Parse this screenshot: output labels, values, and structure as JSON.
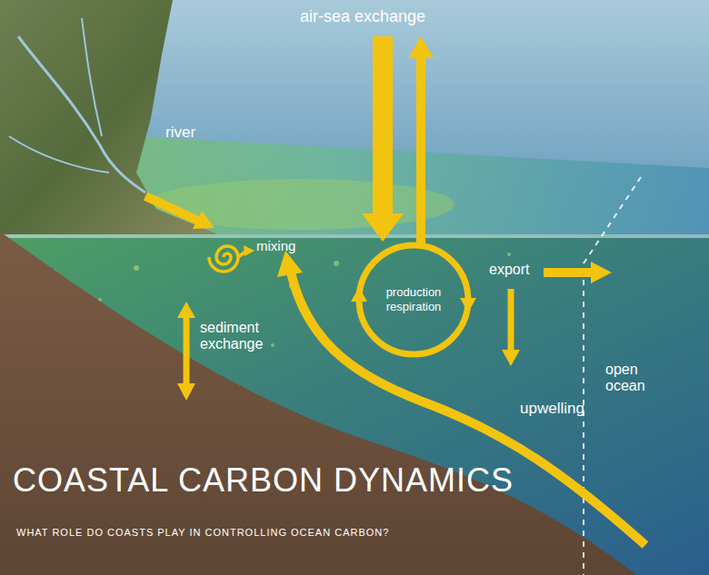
{
  "diagram": {
    "title": "COASTAL CARBON DYNAMICS",
    "caption": "WHAT ROLE DO COASTS PLAY IN CONTROLLING OCEAN CARBON?",
    "nodes": [
      {
        "text": [
          "production respiration"
        ]
      }
    ],
    "labels": [
      "air-sea exchange",
      "river",
      "mixing",
      "sediment exchange",
      "export",
      "upwelling",
      "open ocean"
    ]
  }
}
